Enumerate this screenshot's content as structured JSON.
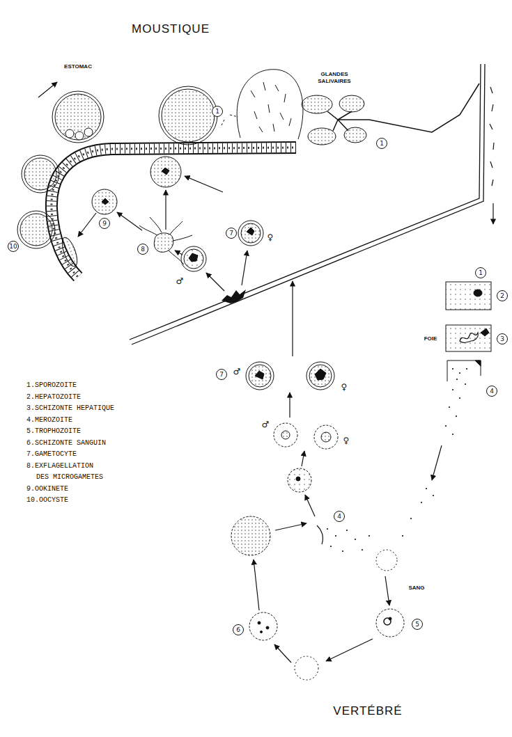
{
  "diagram": {
    "labels": [
      "MOUSTIQUE",
      "ESTOMAC",
      "GLANDES SALIVAIRES",
      "1",
      "1",
      "1",
      "2",
      "FOIE",
      "3",
      "4",
      "4",
      "SANG",
      "5",
      "6",
      "7",
      "♂",
      "♀",
      "♂",
      "♀",
      "7",
      "♀",
      "♂",
      "8",
      "9",
      "10",
      "VERTÉBRÉ"
    ],
    "legend": [
      {
        "text": "1.SPOROZOITE"
      },
      {
        "text": "2.HEPATOZOITE"
      },
      {
        "text": "3.SCHIZONTE HEPATIQUE"
      },
      {
        "text": "4.MEROZOITE"
      },
      {
        "text": "5.TROPHOZOITE"
      },
      {
        "text": "6.SCHIZONTE SANGUIN"
      },
      {
        "text": "7.GAMETOCYTE"
      },
      {
        "text": "8.EXFLAGELLATION DES MICROGAMETES"
      },
      {
        "text": "9.OOKINETE"
      },
      {
        "text": "10.OOCYSTE"
      }
    ]
  }
}
